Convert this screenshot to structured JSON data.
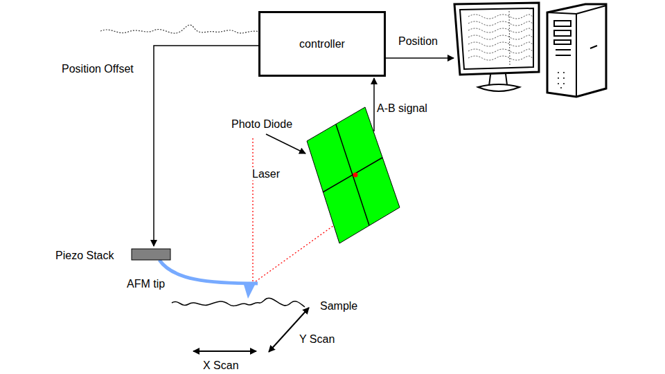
{
  "diagram": {
    "nodes": [
      {
        "text": [
          "controller"
        ]
      }
    ],
    "labels": [
      "Position Offset",
      "Position",
      "A-B signal",
      "Photo Diode",
      "Laser",
      "Piezo Stack",
      "AFM tip",
      "Sample",
      "Y Scan",
      "X Scan"
    ]
  }
}
